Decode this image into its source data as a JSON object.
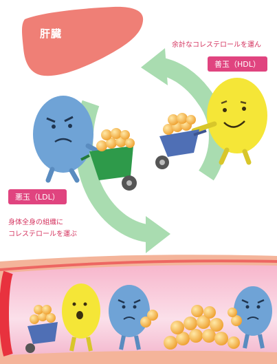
{
  "liver": {
    "label": "肝臓"
  },
  "hdl": {
    "description": "余計なコレステロールを運ん",
    "tag": "善玉（HDL）"
  },
  "ldl": {
    "tag": "悪玉（LDL）",
    "description_line1": "身体全身の組織に",
    "description_line2": "コレステロールを運ぶ"
  },
  "colors": {
    "liver": "#ef7f76",
    "cycle_arrow": "#a9dcb0",
    "label_tag": "#e0447f",
    "label_text": "#d4325e",
    "hdl_character": "#f5e637",
    "ldl_character": "#6fa3d6",
    "cholesterol": "#f2b144",
    "vessel_wall": "#e8323e",
    "vessel_inner": "#f6c7d8"
  }
}
